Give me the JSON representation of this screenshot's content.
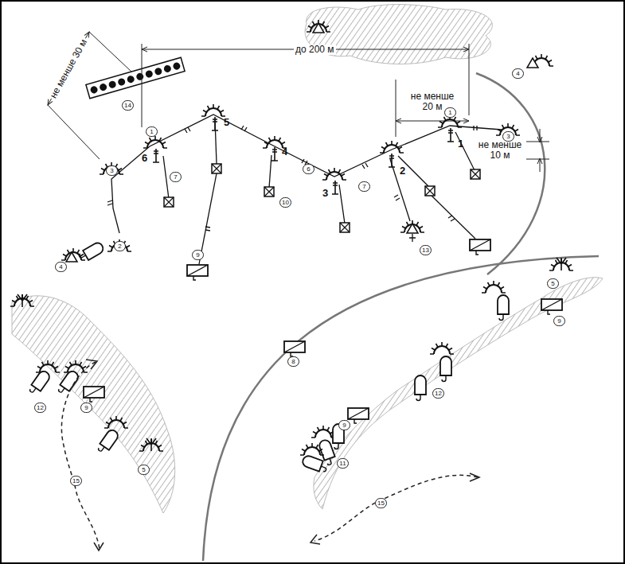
{
  "diagram": {
    "labels": [
      "до 200 м",
      "не менше 20 м",
      "не менше 30 м",
      "не менше 10 м",
      "1",
      "6",
      "7",
      "5",
      "4",
      "10",
      "6",
      "3",
      "7",
      "2",
      "1",
      "1",
      "3",
      "3",
      "2",
      "4",
      "4",
      "14",
      "13",
      "9",
      "5",
      "8",
      "9",
      "12",
      "9",
      "11",
      "12",
      "9",
      "5",
      "15",
      "15"
    ]
  }
}
